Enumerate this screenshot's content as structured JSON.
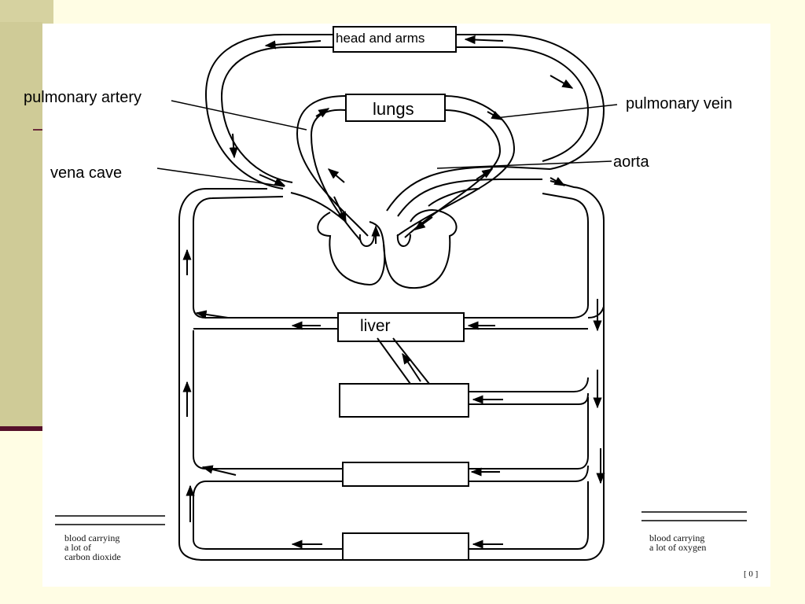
{
  "labels": {
    "head_and_arms": "head and arms",
    "lungs": "lungs",
    "pulmonary_artery": "pulmonary artery",
    "pulmonary_vein": "pulmonary vein",
    "aorta": "aorta",
    "vena_cave": "vena cave",
    "liver": "liver"
  },
  "legend": {
    "left": "blood carrying\na lot of\ncarbon dioxide",
    "right": "blood carrying\na lot of oxygen"
  },
  "page_number": "[ 0 ]",
  "colors": {
    "background": "#fffde4",
    "side_bar": "#d6d2a0",
    "rule": "#55102a",
    "diagram": "#ffffff",
    "ink": "#000000"
  }
}
